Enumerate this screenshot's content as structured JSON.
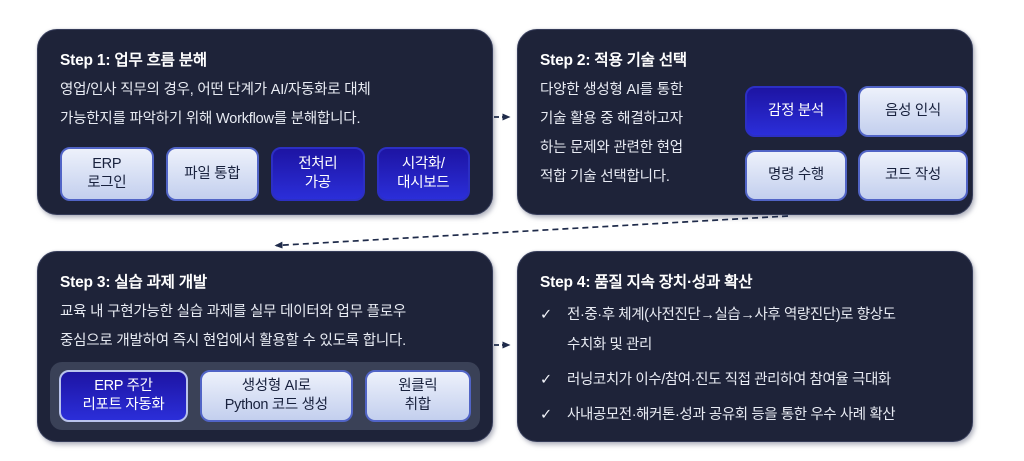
{
  "diagram_title": "AI adoption 4-step workflow",
  "icons": {
    "check": "✓"
  },
  "colors": {
    "box_bg": "#1e2339",
    "box_border": "#353c59",
    "chip_light_bg_top": "#edf1fb",
    "chip_light_bg_bottom": "#c3cfee",
    "chip_light_border": "#5164c6",
    "chip_light_text": "#18213d",
    "chip_blue_bg_top": "#1d14a3",
    "chip_blue_bg_bottom": "#2b2ed9",
    "chip_blue_text": "#ffffff",
    "strip_bg": "#3a4157",
    "arrow": "#1f2b4a",
    "body_text": "#e8ebf3",
    "title_text": "#ffffff",
    "page_bg": "#ffffff"
  },
  "steps": [
    {
      "title": "Step 1: 업무 흐름 분해",
      "body": "영업/인사 직무의 경우, 어떤 단계가 AI/자동화로 대체\n가능한지를 파악하기 위해 Workflow를 분해합니다.",
      "chips": [
        {
          "label": "ERP\n로그인",
          "variant": "light"
        },
        {
          "label": "파일 통합",
          "variant": "light"
        },
        {
          "label": "전처리\n가공",
          "variant": "blue"
        },
        {
          "label": "시각화/\n대시보드",
          "variant": "blue"
        }
      ]
    },
    {
      "title": "Step 2: 적용 기술 선택",
      "body": "다양한 생성형 AI를 통한\n기술 활용 중 해결하고자\n하는 문제와 관련한 현업\n적합 기술 선택합니다.",
      "chips": [
        {
          "label": "감정 분석",
          "variant": "blue"
        },
        {
          "label": "음성 인식",
          "variant": "light"
        },
        {
          "label": "명령 수행",
          "variant": "light"
        },
        {
          "label": "코드 작성",
          "variant": "light"
        }
      ]
    },
    {
      "title": "Step 3: 실습 과제 개발",
      "body": "교육 내 구현가능한 실습 과제를 실무 데이터와 업무 플로우\n중심으로 개발하여 즉시 현업에서 활용할 수 있도록 합니다.",
      "chips": [
        {
          "label": "ERP 주간\n리포트 자동화",
          "variant": "blue"
        },
        {
          "label": "생성형 AI로\nPython 코드 생성",
          "variant": "light"
        },
        {
          "label": "원클릭\n취합",
          "variant": "light"
        }
      ]
    },
    {
      "title": "Step 4: 품질 지속 장치·성과 확산",
      "bullets": [
        "전·중·후 체계(사전진단→실습→사후 역량진단)로 향상도\n수치화 및 관리",
        "러닝코치가 이수/참여·진도 직접 관리하여 참여율 극대화",
        "사내공모전·해커톤·성과 공유회 등을 통한 우수 사례 확산"
      ]
    }
  ],
  "arrows": [
    {
      "name": "step1-to-step2",
      "direction": "right"
    },
    {
      "name": "step2-to-step3",
      "direction": "down-left"
    },
    {
      "name": "step3-to-step4",
      "direction": "right"
    }
  ]
}
